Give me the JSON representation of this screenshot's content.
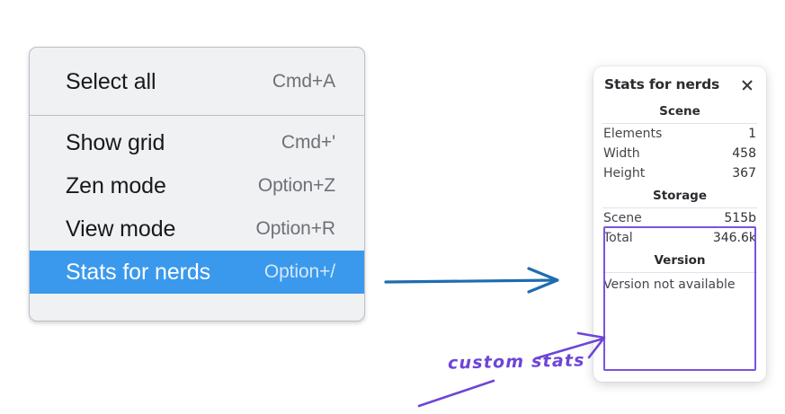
{
  "context_menu": {
    "sections": [
      {
        "items": [
          {
            "label": "Select all",
            "shortcut": "Cmd+A",
            "selected": false
          }
        ]
      },
      {
        "items": [
          {
            "label": "Show grid",
            "shortcut": "Cmd+'",
            "selected": false
          },
          {
            "label": "Zen mode",
            "shortcut": "Option+Z",
            "selected": false
          },
          {
            "label": "View mode",
            "shortcut": "Option+R",
            "selected": false
          },
          {
            "label": "Stats for nerds",
            "shortcut": "Option+/",
            "selected": true
          }
        ]
      }
    ],
    "highlight_color": "#3a99ec"
  },
  "stats_panel": {
    "title": "Stats for nerds",
    "close_icon": "close-icon",
    "sections": [
      {
        "heading": "Scene",
        "rows": [
          {
            "key": "Elements",
            "value": "1"
          },
          {
            "key": "Width",
            "value": "458"
          },
          {
            "key": "Height",
            "value": "367"
          }
        ]
      },
      {
        "heading": "Storage",
        "rows": [
          {
            "key": "Scene",
            "value": "515b"
          },
          {
            "key": "Total",
            "value": "346.6k"
          }
        ]
      },
      {
        "heading": "Version",
        "text": "Version not available"
      }
    ]
  },
  "annotations": {
    "custom_stats_label": "custom stats",
    "arrow_color_blue": "#1f6cb0",
    "arrow_color_purple": "#6d46d6",
    "highlight_box_color": "#7b52e0"
  }
}
